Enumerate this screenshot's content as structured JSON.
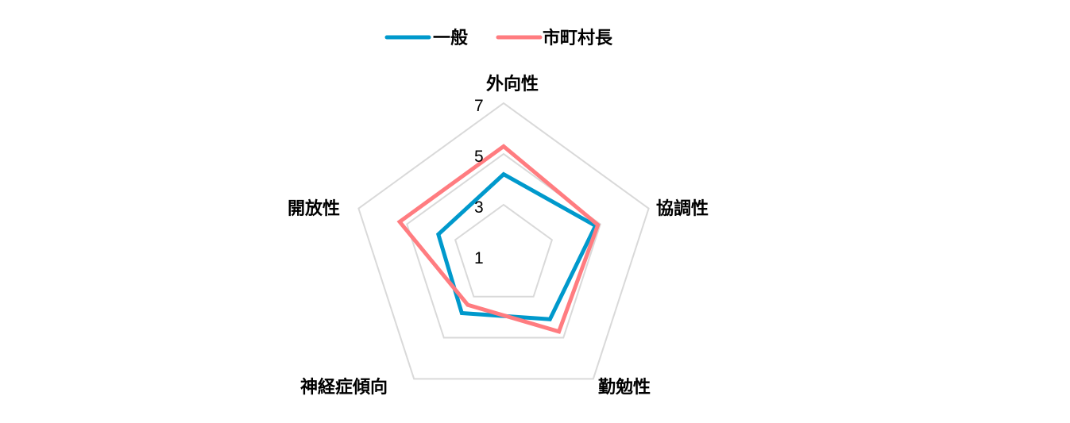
{
  "chart_data": {
    "type": "radar",
    "title": "",
    "categories": [
      "外向性",
      "協調性",
      "勤勉性",
      "神経症傾向",
      "開放性"
    ],
    "series": [
      {
        "name": "一般",
        "color": "#0099cc",
        "values": [
          4.2,
          4.8,
          4.1,
          3.8,
          3.7
        ]
      },
      {
        "name": "市町村長",
        "color": "#ff7c80",
        "values": [
          5.3,
          4.9,
          4.7,
          3.4,
          5.3
        ]
      }
    ],
    "rlim": [
      1,
      7
    ],
    "ticks": [
      "1",
      "3",
      "5",
      "7"
    ],
    "tick_values": [
      1,
      3,
      5,
      7
    ],
    "grid": true,
    "grid_color": "#d9d9d9",
    "legend": "top"
  }
}
